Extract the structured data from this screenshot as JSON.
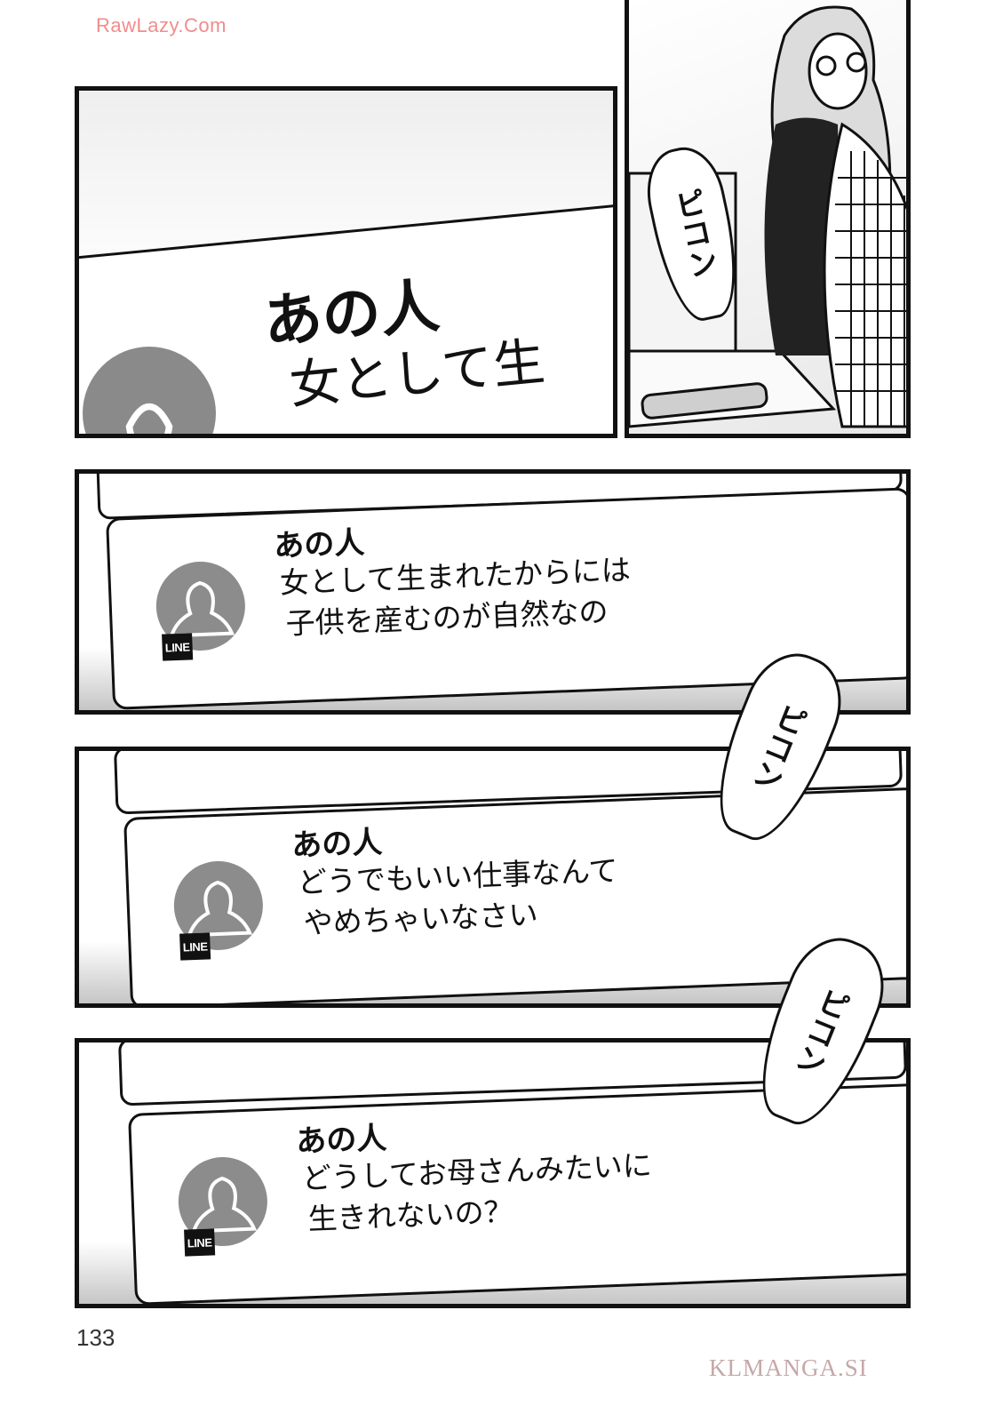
{
  "watermark_top": "RawLazy.Com",
  "watermark_bottom": "KLMANGA.SI",
  "page_number": "133",
  "zoom_panel": {
    "sender": "あの人",
    "message_partial": "女として生"
  },
  "sfx": {
    "ping": "ピコン"
  },
  "notifications": [
    {
      "sender": "あの人",
      "line1": "女として生まれたからには",
      "line2": "子供を産むのが自然なの",
      "badge": "LINE"
    },
    {
      "sender": "あの人",
      "line1": "どうでもいい仕事なんて",
      "line2": "やめちゃいなさい",
      "badge": "LINE"
    },
    {
      "sender": "あの人",
      "line1": "どうしてお母さんみたいに",
      "line2": "生きれないの？",
      "badge": "LINE"
    }
  ]
}
